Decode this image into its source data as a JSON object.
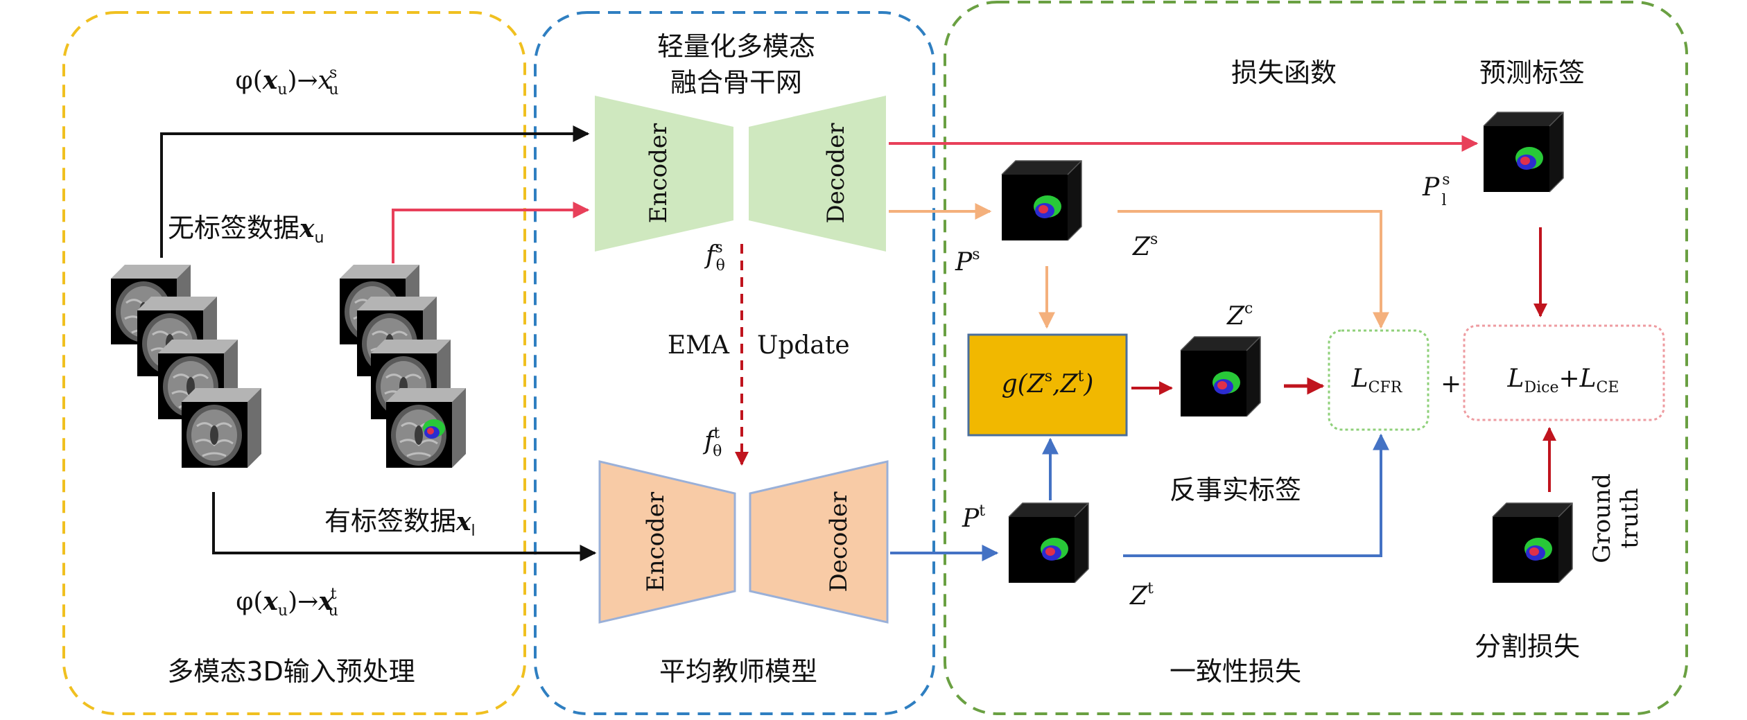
{
  "sections": {
    "preprocess": {
      "label": "多模态3D输入预处理",
      "unlabeled_label": "无标签数据",
      "unlabeled_symbol": "x",
      "unlabeled_sub": "u",
      "labeled_label": "有标签数据",
      "labeled_symbol": "x",
      "labeled_sub": "l",
      "aug_student": {
        "fn": "φ(",
        "arg": "x",
        "arg_sub": "u",
        "close": ")→",
        "out": "x",
        "out_sub": "u",
        "out_sup": "s"
      },
      "aug_teacher": {
        "fn": "φ(",
        "arg": "x",
        "arg_sub": "u",
        "close": ")→",
        "out": "x",
        "out_sub": "u",
        "out_sup": "t"
      }
    },
    "teacher": {
      "title_line1": "轻量化多模态",
      "title_line2": "融合骨干网",
      "label": "平均教师模型",
      "encoder_label": "Encoder",
      "decoder_label": "Decoder",
      "student_param": {
        "base": "f",
        "sub": "θ",
        "sup": "s"
      },
      "teacher_param": {
        "base": "f",
        "sub": "θ",
        "sup": "t"
      },
      "ema_left": "EMA",
      "ema_right": "Update"
    },
    "loss": {
      "loss_title": "损失函数",
      "pred_title": "预测标签",
      "counterfactual_label": "反事实标签",
      "consistency_label": "一致性损失",
      "seg_label": "分割损失",
      "ground_truth": [
        "Ground",
        "truth"
      ],
      "p_s": {
        "base": "P",
        "sup": "s"
      },
      "p_t": {
        "base": "P",
        "sup": "t"
      },
      "p_l": {
        "base": "P",
        "sub": "l",
        "sup": "s"
      },
      "z_s": {
        "base": "Z",
        "sup": "s"
      },
      "z_t": {
        "base": "Z",
        "sup": "t"
      },
      "z_c": {
        "base": "Z",
        "sup": "c"
      },
      "g_func": {
        "fn": "g(",
        "a": "Z",
        "a_sup": "s",
        "comma": ",",
        "b": "Z",
        "b_sup": "t",
        "close": ")"
      },
      "l_cfr": {
        "base": "L",
        "sub": "CFR"
      },
      "plus": "+",
      "l_dice": {
        "base": "L",
        "sub": "Dice"
      },
      "plus2": "+",
      "l_ce": {
        "base": "L",
        "sub": "CE"
      }
    }
  },
  "colors": {
    "yellow_border": "#f0c020",
    "blue_border": "#2f7fc1",
    "green_border": "#6aa042",
    "student_fill": "#cfe8bf",
    "teacher_fill": "#f8cba6",
    "teacher_stroke": "#9ab0d8",
    "g_box_fill": "#f1b800",
    "red_arrow": "#e8405a",
    "dark_red_arrow": "#c0141e",
    "orange_arrow": "#f4b07c",
    "blue_arrow": "#4472c4",
    "cfr_border": "#8fd07a",
    "seg_border": "#ee9ba0"
  }
}
